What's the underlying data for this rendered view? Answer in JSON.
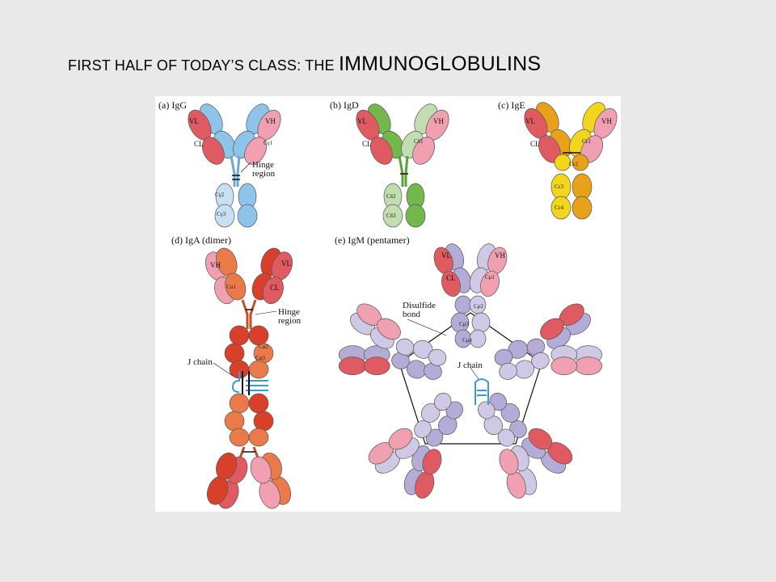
{
  "slide": {
    "title_prefix": "FIRST HALF OF TODAY’S CLASS:  THE ",
    "title_emphasis": "IMMUNOGLOBULINS"
  },
  "figure": {
    "panels": {
      "igg": {
        "label": "(a) IgG",
        "vl": "VL",
        "vh": "VH",
        "cl": "CL",
        "ch1": "Cγ1",
        "ch2": "Cγ2",
        "ch3": "Cγ3",
        "hinge": "Hinge",
        "hinge2": "region"
      },
      "igd": {
        "label": "(b) IgD",
        "vl": "VL",
        "vh": "VH",
        "cl": "CL",
        "ch1": "Cδ1",
        "ch2": "Cδ2",
        "ch3": "Cδ3"
      },
      "ige": {
        "label": "(c) IgE",
        "vl": "VL",
        "vh": "VH",
        "cl": "CL",
        "ch1": "Cε1",
        "ch2": "Cε2",
        "ch3": "Cε3",
        "ch4": "Cε4"
      },
      "iga": {
        "label": "(d) IgA (dimer)",
        "vl": "VL",
        "vh": "VH",
        "cl": "CL",
        "ch1": "Cα1",
        "ch2": "Cα2",
        "ch3": "Cα3",
        "hinge": "Hinge",
        "hinge2": "region",
        "jchain": "J chain"
      },
      "igm": {
        "label": "(e) IgM (pentamer)",
        "vl": "VL",
        "vh": "VH",
        "cl": "CL",
        "ch1": "Cμ1",
        "ch2": "Cμ2",
        "ch3": "Cμ3",
        "ch4": "Cμ4",
        "disulfide": "Disulfide",
        "disulfide2": "bond",
        "jchain": "J chain"
      }
    },
    "colors": {
      "light_chain": "#e05a62",
      "light_chain_alt": "#f0a0b0",
      "igg_heavy": "#8ec3ea",
      "igd_heavy": "#72b84c",
      "igd_heavy_light": "#c2deb0",
      "ige_heavy": "#f2d61c",
      "ige_heavy_dark": "#e8a21a",
      "iga_heavy": "#ea7a4a",
      "iga_heavy_dark": "#d8402a",
      "igm_heavy": "#b4acd6",
      "igm_heavy_light": "#cfc9e6",
      "j_chain": "#3a9ad6"
    }
  }
}
